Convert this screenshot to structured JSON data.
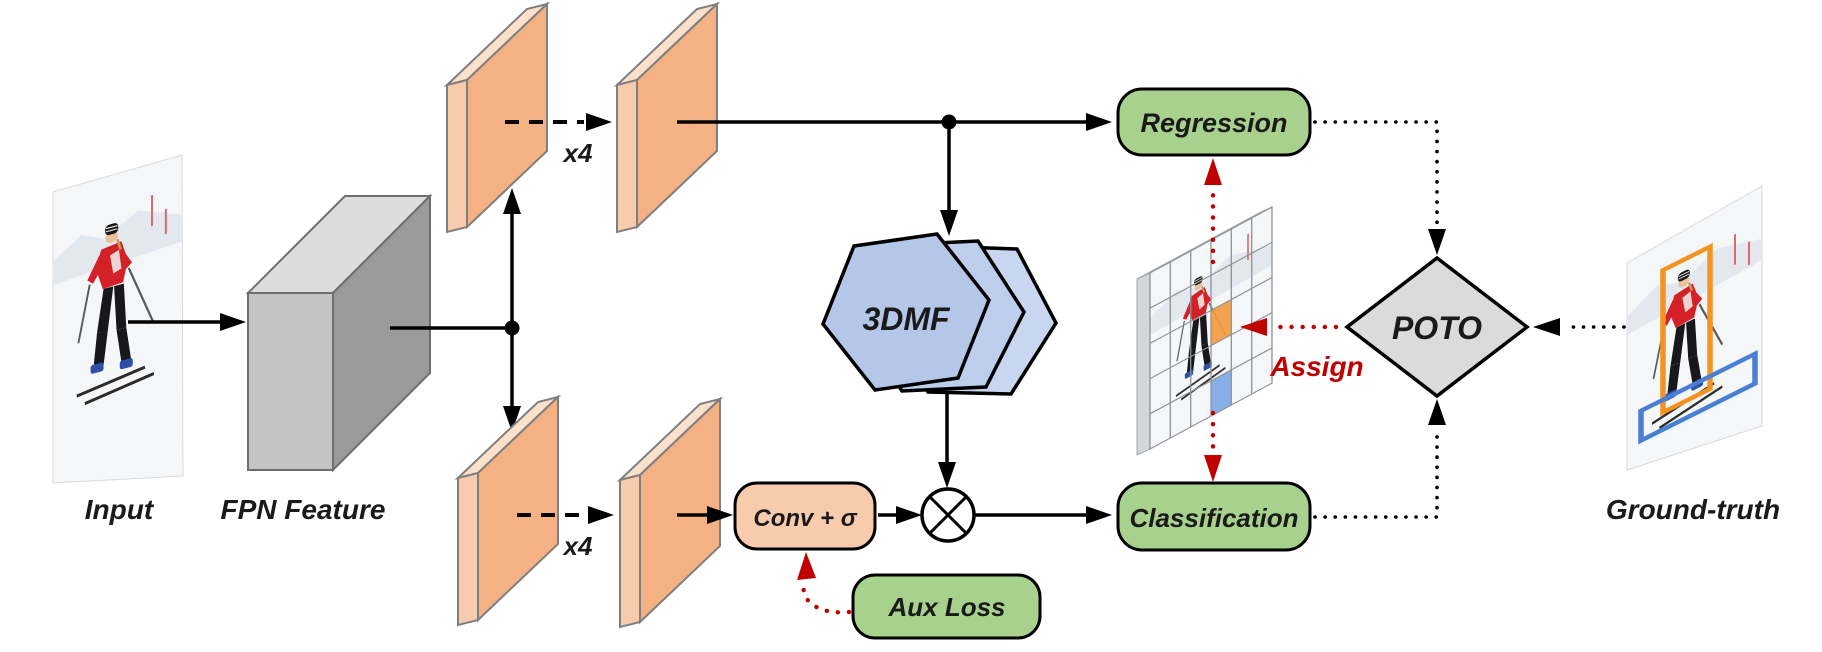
{
  "labels": {
    "input": "Input",
    "fpn_feature": "FPN Feature",
    "x4_top": "x4",
    "x4_bottom": "x4",
    "three_dmf": "3DMF",
    "conv_sigma": "Conv + σ",
    "aux_loss": "Aux Loss",
    "regression": "Regression",
    "classification": "Classification",
    "assign": "Assign",
    "poto": "POTO",
    "ground_truth": "Ground-truth"
  },
  "colors": {
    "box_green": "#A9D18E",
    "plate_orange": "#F4B183",
    "plate_orange_left": "#F8CBAD",
    "plate_orange_top": "#FBE0CB",
    "conv_fill": "#F8CBAD",
    "hex_front": "#B5C7E9",
    "hex_mid": "#BDCDEC",
    "hex_back": "#C9D6F0",
    "cuboid_front": "#C4C4C4",
    "cuboid_top": "#DCDCDC",
    "cuboid_side": "#9B9B9B",
    "diamond_gray": "#DBDBDB",
    "accent_red": "#C00000",
    "cell_orange": "#F29B41",
    "cell_blue": "#7BA6E4"
  }
}
